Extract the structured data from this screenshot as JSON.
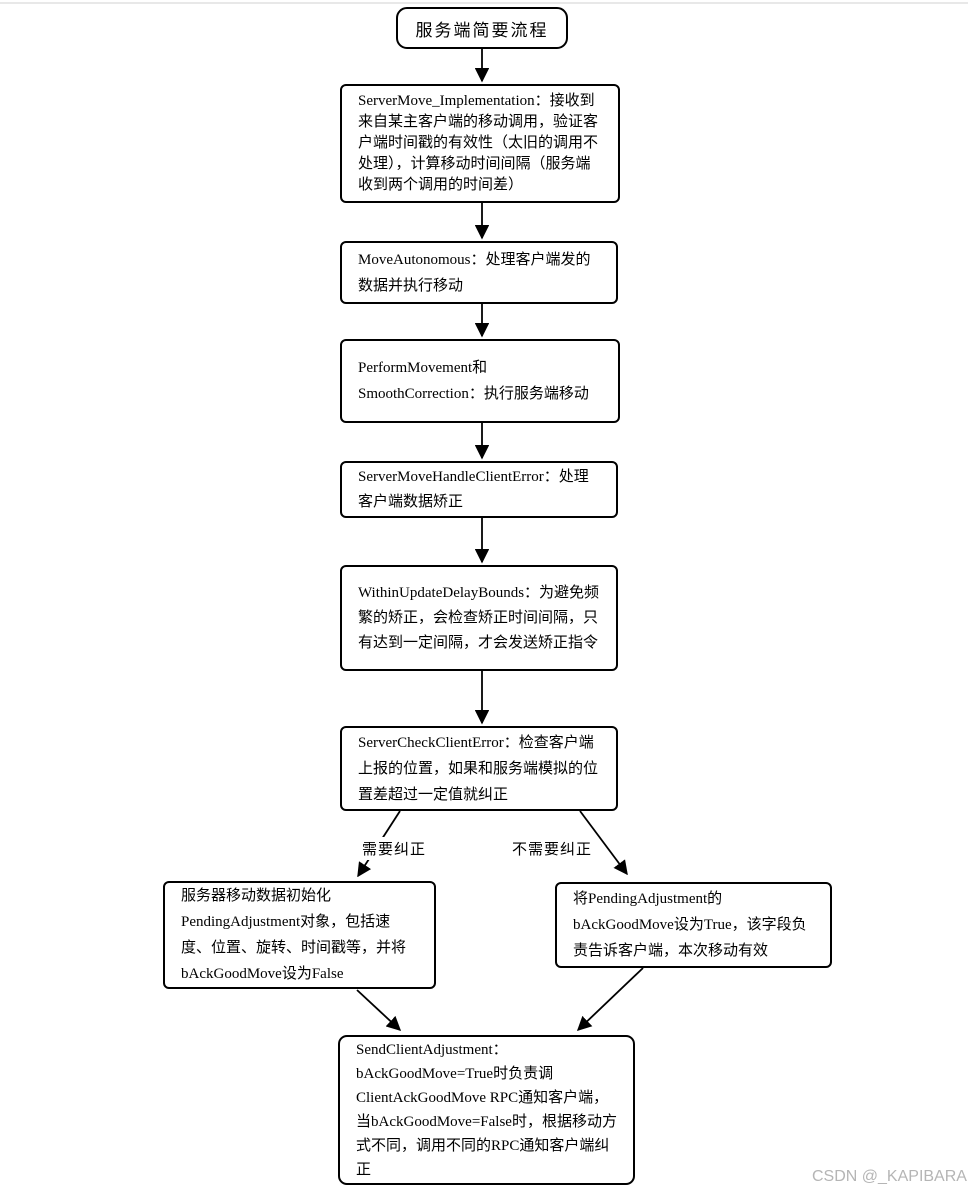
{
  "page": {
    "background_color": "#ffffff",
    "top_divider_color": "#e8e8e8"
  },
  "watermark": {
    "text": "CSDN @_KAPIBARA",
    "color": "#b5b5b5"
  },
  "flowchart": {
    "line_color": "#000000",
    "box_border_color": "#000000",
    "box_fill_color": "#ffffff",
    "nodes": {
      "start": {
        "text": "服务端简要流程"
      },
      "servermove_implementation": {
        "text": "ServerMove_Implementation：接收到来自某主客户端的移动调用，验证客户端时间戳的有效性（太旧的调用不处理），计算移动时间间隔（服务端收到两个调用的时间差）"
      },
      "move_autonomous": {
        "text": "MoveAutonomous：处理客户端发的数据并执行移动"
      },
      "perform_movement": {
        "text": "PerformMovement和SmoothCorrection：执行服务端移动"
      },
      "handle_client_error": {
        "text": "ServerMoveHandleClientError：处理客户端数据矫正"
      },
      "within_update_delay": {
        "text": "WithinUpdateDelayBounds：为避免频繁的矫正，会检查矫正时间间隔，只有达到一定间隔，才会发送矫正指令"
      },
      "server_check_client_error": {
        "text": "ServerCheckClientError：检查客户端上报的位置，如果和服务端模拟的位置差超过一定值就纠正"
      },
      "need_correction_action": {
        "text": "服务器移动数据初始化PendingAdjustment对象，包括速度、位置、旋转、时间戳等，并将bAckGoodMove设为False"
      },
      "no_correction_action": {
        "text": "将PendingAdjustment的bAckGoodMove设为True，该字段负责告诉客户端，本次移动有效"
      },
      "send_client_adjustment": {
        "text": "SendClientAdjustment：bAckGoodMove=True时负责调ClientAckGoodMove RPC通知客户端，当bAckGoodMove=False时，根据移动方式不同，调用不同的RPC通知客户端纠正"
      }
    },
    "edge_labels": {
      "need_correction": {
        "text": "需要纠正"
      },
      "no_need_correction": {
        "text": "不需要纠正"
      }
    }
  }
}
